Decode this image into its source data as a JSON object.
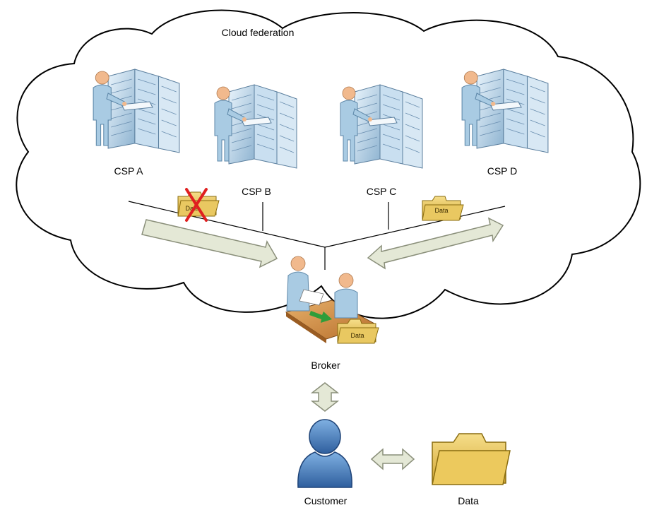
{
  "cloud": {
    "title": "Cloud federation"
  },
  "providers": [
    {
      "label": "CSP A"
    },
    {
      "label": "CSP B"
    },
    {
      "label": "CSP C"
    },
    {
      "label": "CSP D"
    }
  ],
  "broker": {
    "label": "Broker",
    "folder_label": "Data"
  },
  "customer": {
    "label": "Customer"
  },
  "data_store": {
    "label": "Data"
  },
  "migrating_folders": [
    {
      "label": "Data",
      "status": "deleted"
    },
    {
      "label": "Data",
      "status": "transferred"
    }
  ],
  "colors": {
    "cloud_fill": "#ffffff",
    "cloud_stroke": "#000000",
    "arrow_fill": "#e4e8d6",
    "arrow_stroke": "#8a8f7a",
    "server_fill": "#bcd6ea",
    "person_body": "#a9cbe3",
    "person_head": "#f1b98d",
    "customer_fill": "#4f84c4",
    "folder_fill": "#e6c25a",
    "folder_stroke": "#8a6d10",
    "delete_mark": "#e02020"
  }
}
